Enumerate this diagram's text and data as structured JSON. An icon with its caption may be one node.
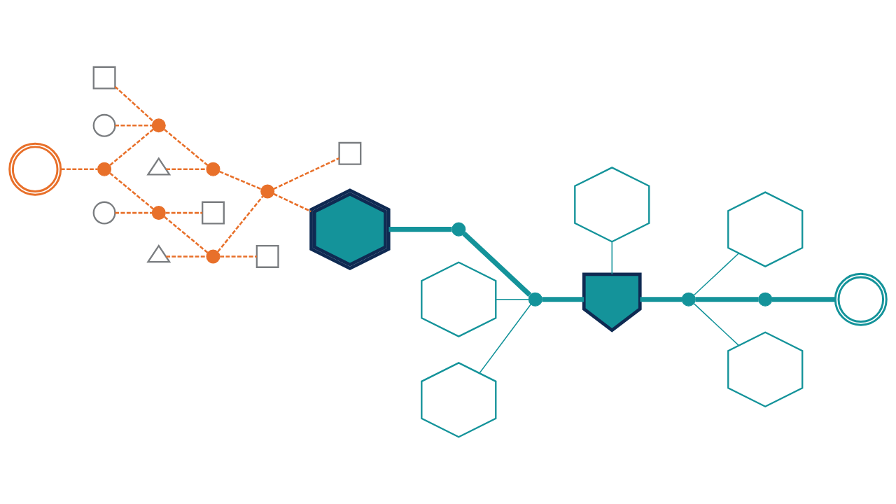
{
  "diagram": {
    "nodes": [
      {
        "text": [],
        "shape": "circle"
      },
      {
        "text": [],
        "shape": "box"
      },
      {
        "text": [],
        "shape": "circle"
      },
      {
        "text": [],
        "shape": "triangle"
      },
      {
        "text": [],
        "shape": "circle"
      },
      {
        "text": [],
        "shape": "circle"
      },
      {
        "text": [],
        "shape": "circle"
      },
      {
        "text": [],
        "shape": "box"
      },
      {
        "text": [],
        "shape": "box"
      },
      {
        "text": [],
        "shape": "circle"
      },
      {
        "text": [],
        "shape": "circle"
      },
      {
        "text": [],
        "shape": "circle"
      },
      {
        "text": [],
        "shape": "circle"
      },
      {
        "text": [],
        "shape": "box"
      },
      {
        "text": [],
        "shape": "triangle"
      },
      {
        "text": [],
        "shape": "hexagon"
      },
      {
        "text": [],
        "shape": "hexagon"
      },
      {
        "text": [],
        "shape": "hexagon"
      },
      {
        "text": [],
        "shape": "hexagon"
      },
      {
        "text": [],
        "shape": "circle"
      },
      {
        "text": [],
        "shape": "circle"
      },
      {
        "text": [],
        "shape": "shield"
      },
      {
        "text": [],
        "shape": "circle"
      },
      {
        "text": [],
        "shape": "circle"
      },
      {
        "text": [],
        "shape": "circle"
      },
      {
        "text": [],
        "shape": "hexagon"
      },
      {
        "text": [],
        "shape": "hexagon"
      }
    ],
    "edges": [
      {
        "from": 0,
        "to": 4,
        "arrow": "none",
        "style": "dashed"
      },
      {
        "from": 4,
        "to": 5,
        "arrow": "none",
        "style": "dashed"
      },
      {
        "from": 1,
        "to": 5,
        "arrow": "none",
        "style": "dashed"
      },
      {
        "from": 2,
        "to": 5,
        "arrow": "none",
        "style": "dashed"
      },
      {
        "from": 5,
        "to": 6,
        "arrow": "none",
        "style": "dashed"
      },
      {
        "from": 3,
        "to": 6,
        "arrow": "none",
        "style": "dashed"
      },
      {
        "from": 6,
        "to": 9,
        "arrow": "none",
        "style": "dashed"
      },
      {
        "from": 9,
        "to": 7,
        "arrow": "none",
        "style": "dashed"
      },
      {
        "from": 4,
        "to": 10,
        "arrow": "none",
        "style": "dashed"
      },
      {
        "from": 10,
        "to": 8,
        "arrow": "none",
        "style": "dashed"
      },
      {
        "from": 12,
        "to": 10,
        "arrow": "none",
        "style": "dashed"
      },
      {
        "from": 10,
        "to": 11,
        "arrow": "none",
        "style": "dashed"
      },
      {
        "from": 14,
        "to": 11,
        "arrow": "none",
        "style": "dashed"
      },
      {
        "from": 11,
        "to": 9,
        "arrow": "none",
        "style": "dashed"
      },
      {
        "from": 11,
        "to": 13,
        "arrow": "none",
        "style": "dashed"
      },
      {
        "from": 9,
        "to": 15,
        "arrow": "none",
        "style": "dashed"
      },
      {
        "from": 15,
        "to": 19,
        "arrow": "none",
        "style": "thick",
        "color": "#14939a"
      },
      {
        "from": 19,
        "to": 20,
        "arrow": "none",
        "style": "thick",
        "color": "#14939a"
      },
      {
        "from": 16,
        "to": 20,
        "arrow": "none",
        "color": "#14939a"
      },
      {
        "from": 25,
        "to": 20,
        "arrow": "none",
        "color": "#14939a"
      },
      {
        "from": 20,
        "to": 21,
        "arrow": "none",
        "style": "thick",
        "color": "#14939a"
      },
      {
        "from": 17,
        "to": 21,
        "arrow": "none",
        "color": "#14939a"
      },
      {
        "from": 21,
        "to": 22,
        "arrow": "none",
        "style": "thick",
        "color": "#14939a"
      },
      {
        "from": 22,
        "to": 18,
        "arrow": "none",
        "color": "#14939a"
      },
      {
        "from": 22,
        "to": 26,
        "arrow": "none",
        "color": "#14939a"
      },
      {
        "from": 22,
        "to": 23,
        "arrow": "none",
        "style": "thick",
        "color": "#14939a"
      },
      {
        "from": 23,
        "to": 24,
        "arrow": "none",
        "style": "thick",
        "color": "#14939a"
      }
    ]
  }
}
